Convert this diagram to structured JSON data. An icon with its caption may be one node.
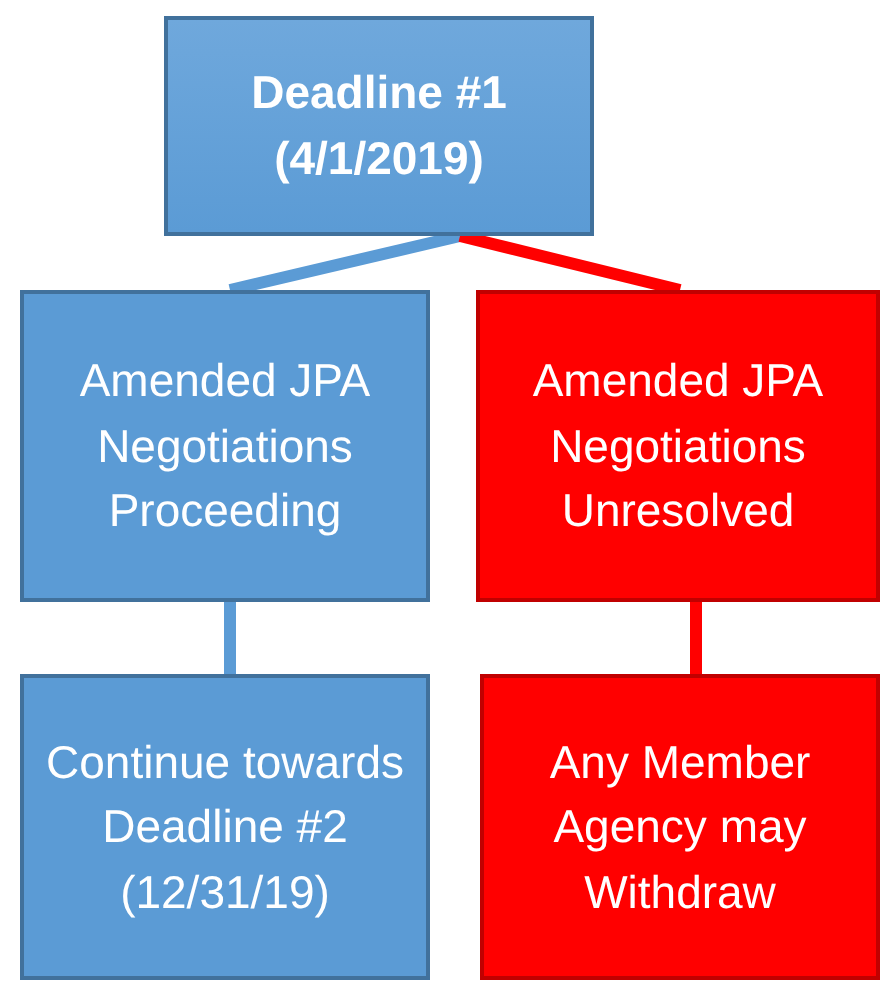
{
  "diagram": {
    "nodes": [
      {
        "text": [
          "Deadline #1 (4/1/2019)"
        ]
      },
      {
        "text": [
          "Amended JPA Negotiations Proceeding"
        ]
      },
      {
        "text": [
          "Amended JPA Negotiations Unresolved"
        ]
      },
      {
        "text": [
          "Continue towards Deadline #2 (12/31/19)"
        ]
      },
      {
        "text": [
          "Any Member Agency may Withdraw"
        ]
      }
    ],
    "edges": [
      {
        "from": 0,
        "to": 1,
        "arrow": "none"
      },
      {
        "from": 0,
        "to": 2,
        "arrow": "none",
        "color": "#ff0000"
      },
      {
        "from": 1,
        "to": 3,
        "arrow": "none"
      },
      {
        "from": 2,
        "to": 4,
        "arrow": "none",
        "color": "#ff0000"
      }
    ]
  }
}
